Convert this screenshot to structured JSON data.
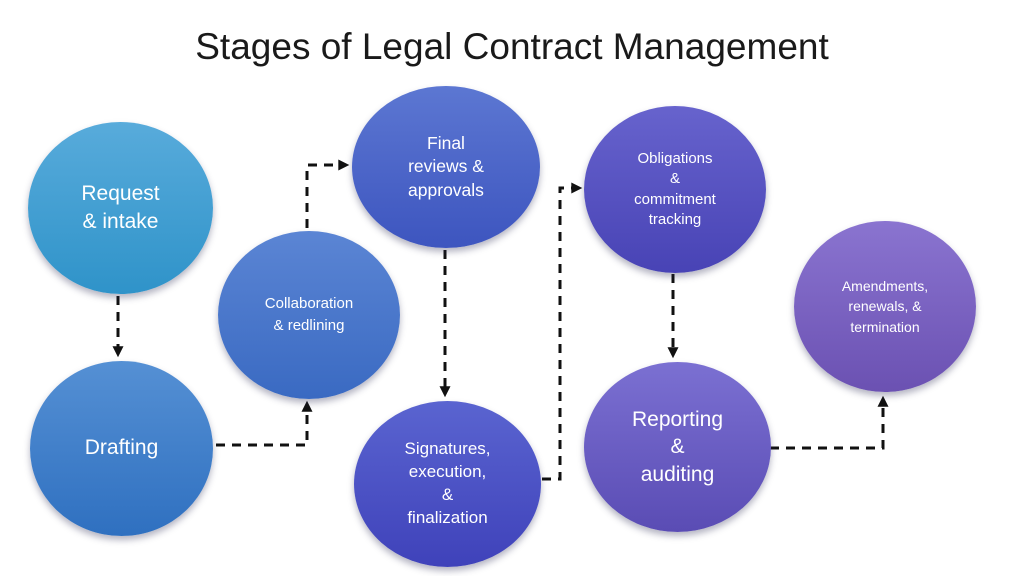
{
  "title": "Stages of Legal Contract Management",
  "background": "#ffffff",
  "diagram": {
    "arrow_color": "#111111",
    "nodes": [
      {
        "id": "request-intake",
        "label": "Request\n& intake",
        "color_top": "#58abdb",
        "color_bottom": "#2f93c9"
      },
      {
        "id": "drafting",
        "label": "Drafting",
        "color_top": "#5590d4",
        "color_bottom": "#2f70c0"
      },
      {
        "id": "collaboration-redlining",
        "label": "Collaboration\n& redlining",
        "color_top": "#5b85d4",
        "color_bottom": "#3a6ac2"
      },
      {
        "id": "final-reviews-approvals",
        "label": "Final\nreviews &\napprovals",
        "color_top": "#5c77d2",
        "color_bottom": "#3d55bf"
      },
      {
        "id": "signatures-execution-finalization",
        "label": "Signatures,\nexecution,\n&\nfinalization",
        "color_top": "#5a64d0",
        "color_bottom": "#3f42ba"
      },
      {
        "id": "obligations-commitment-tracking",
        "label": "Obligations\n&\ncommitment\ntracking",
        "color_top": "#6763cd",
        "color_bottom": "#4843b5"
      },
      {
        "id": "reporting-auditing",
        "label": "Reporting\n&\nauditing",
        "color_top": "#7b70d2",
        "color_bottom": "#5a4cb4"
      },
      {
        "id": "amendments-renewals-termination",
        "label": "Amendments,\nrenewals, &\ntermination",
        "color_top": "#8a74d0",
        "color_bottom": "#6b51b2"
      }
    ],
    "arrows": [
      {
        "from": "request-intake",
        "to": "drafting"
      },
      {
        "from": "drafting",
        "to": "collaboration-redlining"
      },
      {
        "from": "collaboration-redlining",
        "to": "final-reviews-approvals"
      },
      {
        "from": "final-reviews-approvals",
        "to": "signatures-execution-finalization"
      },
      {
        "from": "signatures-execution-finalization",
        "to": "obligations-commitment-tracking"
      },
      {
        "from": "obligations-commitment-tracking",
        "to": "reporting-auditing"
      },
      {
        "from": "reporting-auditing",
        "to": "amendments-renewals-termination"
      }
    ]
  }
}
